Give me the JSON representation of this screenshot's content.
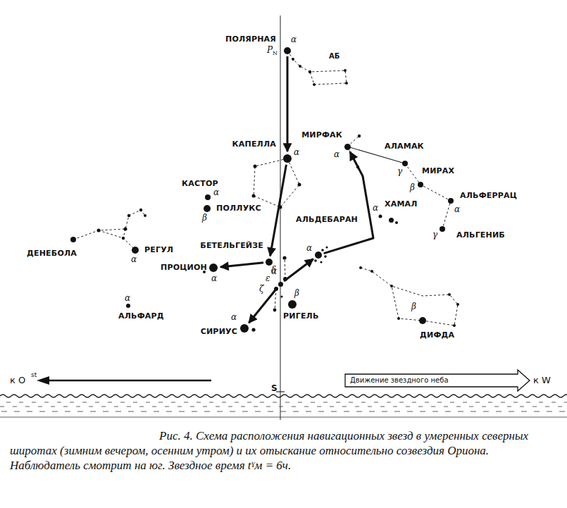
{
  "diagram": {
    "caption": "Рис. 4. Схема расположения навигационных звезд в умеренных северных широтах (зимним вечером, осенним утром) и их отыскание относительно созвездия Ориона. Наблюдатель смотрит на юг. Звездное время tˠм = 6ч.",
    "nodes": [
      {
        "text": [
          "ПОЛЯРНАЯ",
          "α"
        ]
      },
      {
        "text": [
          "КАПЕЛЛА",
          "α"
        ]
      },
      {
        "text": [
          "МИРФАК",
          "α"
        ]
      },
      {
        "text": [
          "АЛАМАК",
          "γ"
        ]
      },
      {
        "text": [
          "КАСТОР",
          "α"
        ]
      },
      {
        "text": [
          "МИРАХ",
          "β"
        ]
      },
      {
        "text": [
          "ПОЛЛУКС",
          "β"
        ]
      },
      {
        "text": [
          "АЛЬФЕРРАЦ",
          "α"
        ]
      },
      {
        "text": [
          "ХАМАЛ",
          "α"
        ]
      },
      {
        "text": [
          "АЛЬДЕБАРАН",
          "α"
        ]
      },
      {
        "text": [
          "АЛЬГЕНИБ",
          "γ"
        ]
      },
      {
        "text": [
          "ДЕНЕБОЛА"
        ]
      },
      {
        "text": [
          "РЕГУЛ",
          "α"
        ]
      },
      {
        "text": [
          "БЕТЕЛЬГЕЙЗЕ",
          "α"
        ]
      },
      {
        "text": [
          "ПРОЦИОН",
          "α"
        ]
      },
      {
        "text": [
          "ζ",
          "ε",
          "δ"
        ]
      },
      {
        "text": [
          "РИГЕЛЬ",
          "β"
        ]
      },
      {
        "text": [
          "АЛЬФАРД",
          "α"
        ]
      },
      {
        "text": [
          "СИРИУС",
          "α"
        ]
      },
      {
        "text": [
          "ДИФДА",
          "β"
        ]
      }
    ],
    "edges": [
      {
        "from": 0,
        "to": 1,
        "arrow": "to"
      },
      {
        "from": 1,
        "to": 13,
        "arrow": "to"
      },
      {
        "from": 13,
        "to": 14,
        "arrow": "to"
      },
      {
        "from": 15,
        "to": 9,
        "arrow": "to"
      },
      {
        "from": 9,
        "to": 2,
        "arrow": "to"
      },
      {
        "from": 15,
        "to": 18,
        "arrow": "to"
      }
    ],
    "labels": [
      "P",
      "N",
      "АБ",
      "S",
      "к O",
      "st",
      "Движение звездного неба",
      "к W"
    ]
  }
}
